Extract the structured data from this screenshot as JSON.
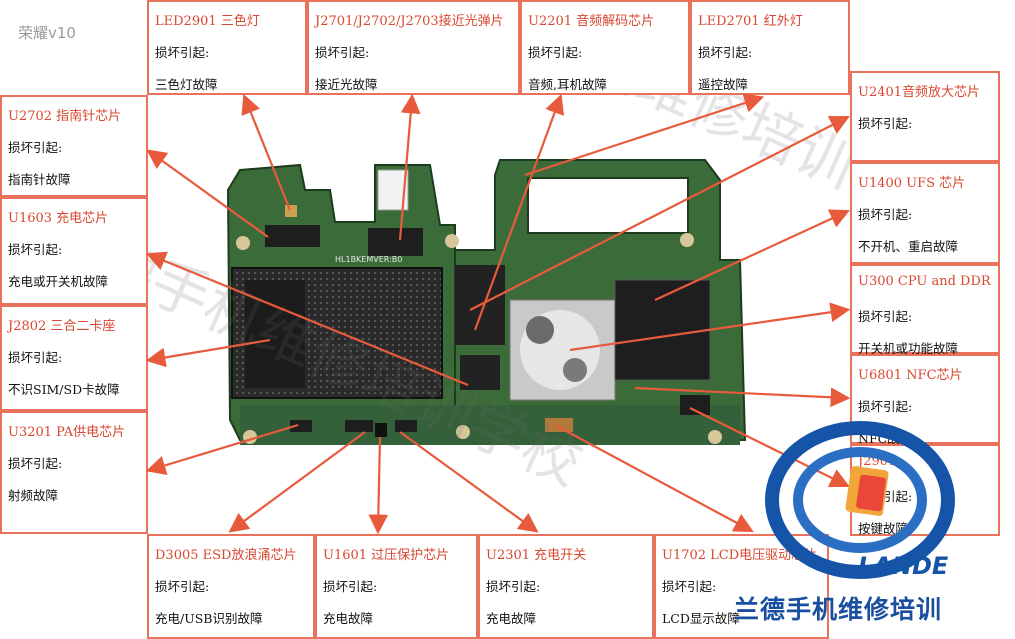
{
  "brand_tag": "荣耀v10",
  "components": [
    {
      "id": "led2901",
      "title": "LED2901 三色灯",
      "cause": "损坏引起:",
      "fault": "三色灯故障"
    },
    {
      "id": "j2701",
      "title": "J2701/J2702/J2703接近光弹片",
      "cause": "损坏引起:",
      "fault": "接近光故障"
    },
    {
      "id": "u2201",
      "title": "U2201 音频解码芯片",
      "cause": "损坏引起:",
      "fault": "音频,耳机故障"
    },
    {
      "id": "led2701",
      "title": "LED2701 红外灯",
      "cause": "损坏引起:",
      "fault": "遥控故障"
    },
    {
      "id": "u2401",
      "title": "U2401音频放大芯片",
      "cause": "损坏引起:",
      "fault": ""
    },
    {
      "id": "u2702",
      "title": "U2702 指南针芯片",
      "cause": "损坏引起:",
      "fault": "指南针故障"
    },
    {
      "id": "u1400",
      "title": "U1400  UFS 芯片",
      "cause": "损坏引起:",
      "fault": "不开机、重启故障"
    },
    {
      "id": "u1603",
      "title": "U1603 充电芯片",
      "cause": "损坏引起:",
      "fault": "充电或开关机故障"
    },
    {
      "id": "u300",
      "title": "U300  CPU and DDR",
      "cause": "损坏引起:",
      "fault": "开关机或功能故障"
    },
    {
      "id": "j2802",
      "title": "J2802 三合二卡座",
      "cause": "损坏引起:",
      "fault": "不识SIM/SD卡故障"
    },
    {
      "id": "u6801",
      "title": "U6801 NFC芯片",
      "cause": "损坏引起:",
      "fault": "NFC故障"
    },
    {
      "id": "u3201",
      "title": "U3201 PA供电芯片",
      "cause": "损坏引起:",
      "fault": "射频故障"
    },
    {
      "id": "j2901",
      "title": "J2901",
      "cause": "损坏引起:",
      "fault": "按键故障"
    },
    {
      "id": "d3005",
      "title": "D3005 ESD放浪涌芯片",
      "cause": "损坏引起:",
      "fault": "充电/USB识别故障"
    },
    {
      "id": "u1601",
      "title": "U1601 过压保护芯片",
      "cause": "损坏引起:",
      "fault": "充电故障"
    },
    {
      "id": "u2301",
      "title": "U2301 充电开关",
      "cause": "损坏引起:",
      "fault": "充电故障"
    },
    {
      "id": "u1702",
      "title": "U1702 LCD电压驱动芯片",
      "cause": "损坏引起:",
      "fault": "LCD显示故障"
    }
  ],
  "board_text": {
    "label": "HL1BKEMVER:B0"
  },
  "watermark": "兰德手机维修培训学校",
  "logo": {
    "text": "LANDE",
    "company": "兰德手机维修培训"
  },
  "colors": {
    "box_border": "#e8725a",
    "title_text": "#d9472f",
    "arrow": "#e85a3c",
    "pcb": "#2e5a30",
    "logo_blue": "#1a4fa0"
  }
}
